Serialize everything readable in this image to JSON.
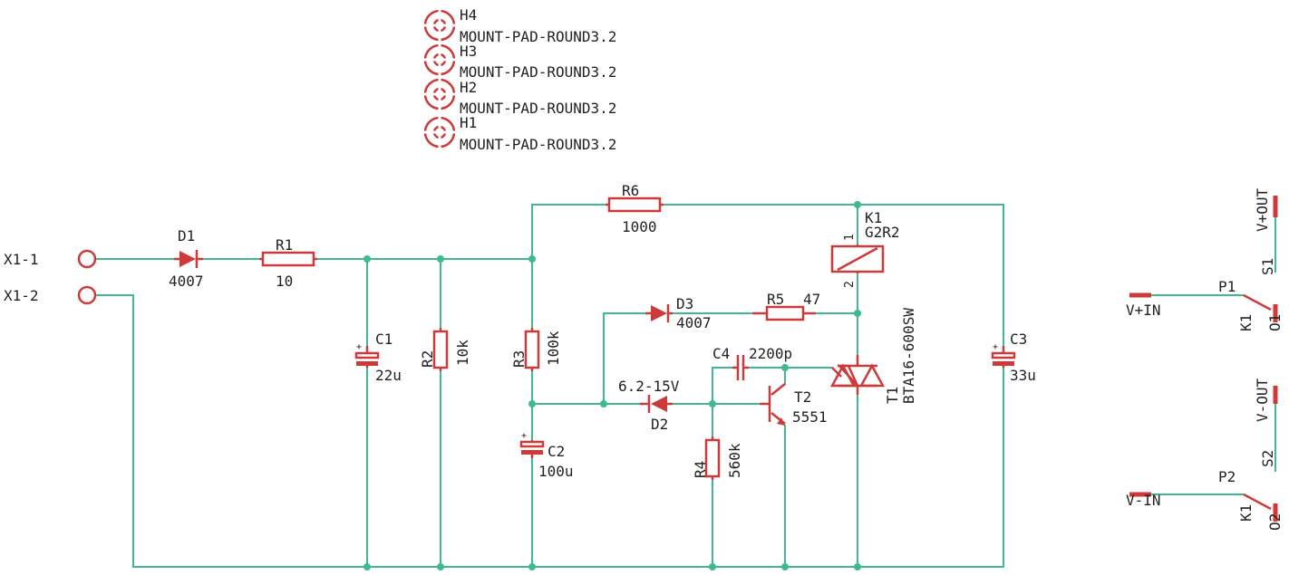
{
  "colors": {
    "wire": "#3fb98d",
    "part": "#cd3a3a",
    "text": "#222222",
    "background": "#ffffff"
  },
  "mount": [
    {
      "name": "H4",
      "value": "MOUNT-PAD-ROUND3.2"
    },
    {
      "name": "H3",
      "value": "MOUNT-PAD-ROUND3.2"
    },
    {
      "name": "H2",
      "value": "MOUNT-PAD-ROUND3.2"
    },
    {
      "name": "H1",
      "value": "MOUNT-PAD-ROUND3.2"
    }
  ],
  "terminals": {
    "x1_1": "X1-1",
    "x1_2": "X1-2"
  },
  "parts": {
    "d1": {
      "name": "D1",
      "value": "4007"
    },
    "r1": {
      "name": "R1",
      "value": "10"
    },
    "c1": {
      "name": "C1",
      "value": "22u"
    },
    "r2": {
      "name": "R2",
      "value": "10k"
    },
    "r3": {
      "name": "R3",
      "value": "100k"
    },
    "r6": {
      "name": "R6",
      "value": "1000"
    },
    "c2": {
      "name": "C2",
      "value": "100u"
    },
    "d2": {
      "name": "D2",
      "value": "6.2-15V"
    },
    "d3": {
      "name": "D3",
      "value": "4007"
    },
    "r5": {
      "name": "R5",
      "value": "47"
    },
    "c4": {
      "name": "C4",
      "value": "2200p"
    },
    "r4": {
      "name": "R4",
      "value": "560k"
    },
    "t2": {
      "name": "T2",
      "value": "5551"
    },
    "k1": {
      "name": "K1",
      "value": "G2R2",
      "pin1": "1",
      "pin2": "2"
    },
    "t1": {
      "name": "T1",
      "value": "BTA16-600SW"
    },
    "c3": {
      "name": "C3",
      "value": "33u"
    }
  },
  "relay_contacts": {
    "v_plus_in": "V+IN",
    "v_minus_in": "V-IN",
    "v_plus_out": "V+OUT",
    "v_minus_out": "V-OUT",
    "p1": "P1",
    "p2": "P2",
    "s1": "S1",
    "s2": "S2",
    "o1": "O1",
    "o2": "O2",
    "k1a": "K1",
    "k1b": "K1"
  },
  "polarity": "+"
}
